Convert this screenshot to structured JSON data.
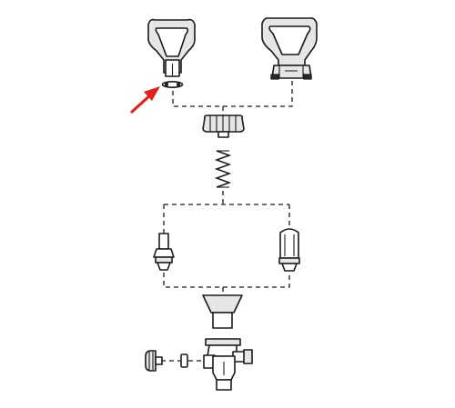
{
  "diagram": {
    "type": "exploded-parts-view",
    "parts": [
      {
        "id": "handle-left",
        "icon": "faucet-handle-icon"
      },
      {
        "id": "handle-right",
        "icon": "faucet-handle-icon"
      },
      {
        "id": "retaining-clip",
        "icon": "clip-icon",
        "highlighted": true
      },
      {
        "id": "bonnet-nut",
        "icon": "nut-icon"
      },
      {
        "id": "spring",
        "icon": "spring-icon"
      },
      {
        "id": "stem-left",
        "icon": "valve-stem-icon"
      },
      {
        "id": "stem-right",
        "icon": "valve-stem-icon"
      },
      {
        "id": "rubber-seal",
        "icon": "seal-icon"
      },
      {
        "id": "thumb-screw",
        "icon": "screw-icon"
      },
      {
        "id": "o-ring",
        "icon": "ring-icon"
      },
      {
        "id": "faucet-body",
        "icon": "faucet-body-icon"
      }
    ],
    "colors": {
      "line": "#1a1a1a",
      "background": "#ffffff",
      "pointer": "#e3201b"
    },
    "pointer": {
      "icon": "arrow-icon",
      "target": "retaining-clip"
    }
  }
}
